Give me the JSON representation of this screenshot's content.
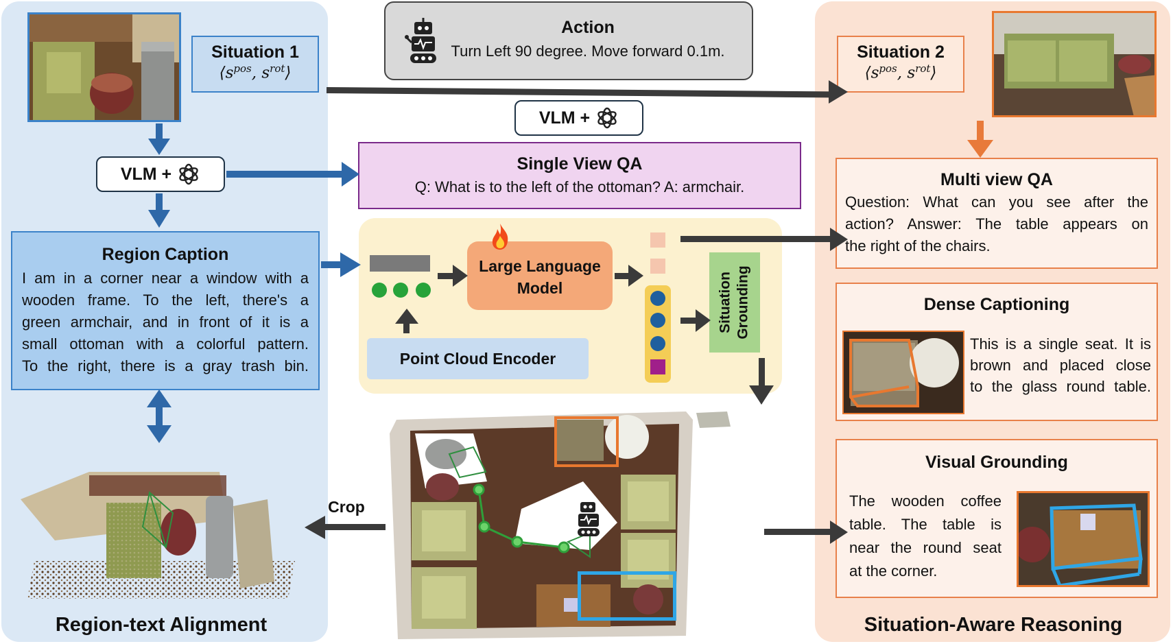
{
  "situation1": {
    "title": "Situation 1",
    "state": "⟨s^pos, s^rot⟩"
  },
  "situation2": {
    "title": "Situation 2",
    "state": "⟨s^pos, s^rot⟩"
  },
  "action": {
    "title": "Action",
    "text": "Turn Left 90 degree. Move forward 0.1m."
  },
  "vlm_top": {
    "label": "VLM +"
  },
  "vlm_left": {
    "label": "VLM +"
  },
  "single_view_qa": {
    "title": "Single View QA",
    "text": "Q: What is to the left of the ottoman?  A:  armchair."
  },
  "region_caption": {
    "title": "Region Caption",
    "lines": [
      "I am in a corner near a window with a",
      "wooden frame. To the left, there's a",
      "green armchair, and in front of it is a",
      "small ottoman with a colorful pattern.",
      "To the right, there is a gray trash bin."
    ]
  },
  "llm": {
    "label_line1": "Large Language",
    "label_line2": "Model"
  },
  "point_cloud_encoder": {
    "label": "Point Cloud Encoder"
  },
  "situation_grounding": {
    "label_line1": "Situation",
    "label_line2": "Grounding"
  },
  "multi_view_qa": {
    "title": "Multi view QA",
    "lines": [
      "Question: What can you see after the",
      "action? Answer: The table appears on",
      "the right of the chairs."
    ]
  },
  "dense_captioning": {
    "title": "Dense Captioning",
    "lines": [
      "This is a single seat. It is",
      "brown and placed close",
      "to the glass round table."
    ]
  },
  "visual_grounding": {
    "title": "Visual Grounding",
    "lines": [
      "The wooden coffee",
      "table. The table is",
      "near the round seat",
      "at the corner."
    ]
  },
  "crop_label": "Crop",
  "footer_left": "Region-text Alignment",
  "footer_right": "Situation-Aware Reasoning",
  "colors": {
    "blue": "#2e68a8",
    "orange": "#e87a3a",
    "dark": "#3a3a3a",
    "bbox_orange": "#e8782f",
    "bbox_blue": "#2fa6e6"
  }
}
